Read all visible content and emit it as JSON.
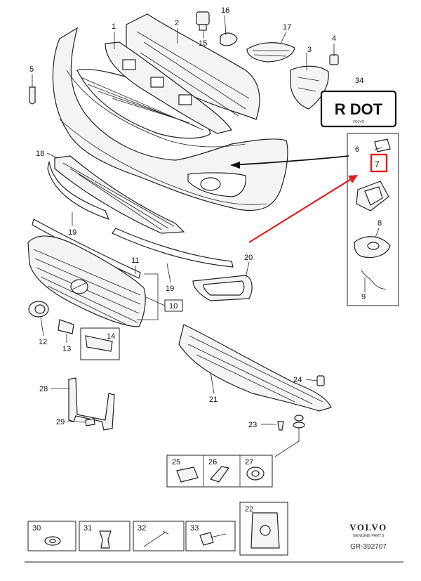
{
  "brand": {
    "name": "VOLVO",
    "tagline": "GENUINE PARTS",
    "code": "GR-392707"
  },
  "badge": {
    "text": "R DOT",
    "subtext": "VOLVO"
  },
  "colors": {
    "highlight": "#e31b1b",
    "ink": "#222222"
  },
  "callouts": {
    "n1": "1",
    "n2": "2",
    "n3": "3",
    "n4": "4",
    "n5": "5",
    "n6": "6",
    "n7": "7",
    "n8": "8",
    "n9": "9",
    "n10": "10",
    "n11": "11",
    "n12": "12",
    "n13": "13",
    "n14": "14",
    "n15": "15",
    "n16": "16",
    "n17": "17",
    "n18": "18",
    "n19a": "19",
    "n19b": "19",
    "n20": "20",
    "n21": "21",
    "n22": "22",
    "n23": "23",
    "n24": "24",
    "n25": "25",
    "n26": "26",
    "n27": "27",
    "n28": "28",
    "n29": "29",
    "n30": "30",
    "n31": "31",
    "n32": "32",
    "n33": "33",
    "n34": "34"
  },
  "highlighted_part": "7"
}
